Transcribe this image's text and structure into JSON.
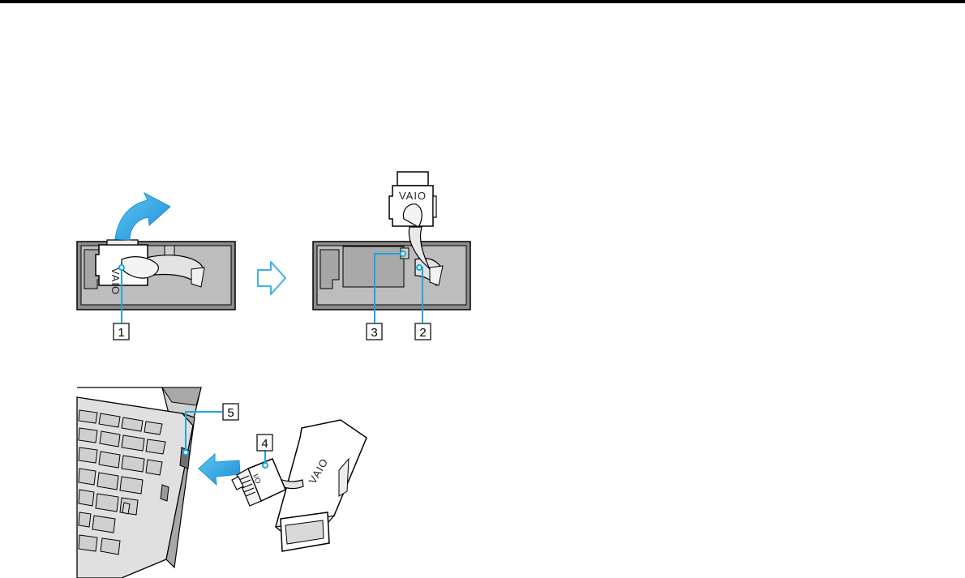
{
  "callouts": [
    {
      "id": "1",
      "label": "1"
    },
    {
      "id": "2",
      "label": "2"
    },
    {
      "id": "3",
      "label": "3"
    },
    {
      "id": "4",
      "label": "4"
    },
    {
      "id": "5",
      "label": "5"
    }
  ],
  "brand": {
    "logo_text": "VAIO",
    "io_mark": "I/O"
  },
  "colors": {
    "callout_line": "#1aa7e0",
    "arrow_fill": "#1f8fd6",
    "outline_arrow": "#3fb0e8",
    "device_gray": "#8c8c8c",
    "device_light": "#d9d9d9"
  },
  "icons": {
    "flip_arrow": "curved-arrow-icon",
    "step_arrow": "outline-right-arrow-icon",
    "insert_arrow": "solid-left-arrow-icon"
  }
}
